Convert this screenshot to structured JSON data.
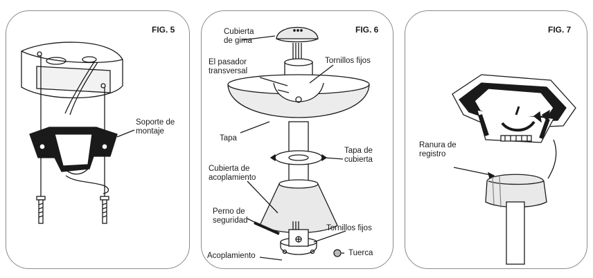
{
  "figures": {
    "fig5": {
      "title": "FIG. 5",
      "labels": {
        "soporte_line1": "Soporte de",
        "soporte_line2": "montaje"
      }
    },
    "fig6": {
      "title": "FIG. 6",
      "labels": {
        "cubierta_gima_line1": "Cubierta",
        "cubierta_gima_line2": "de gima",
        "pasador_line1": "El pasador",
        "pasador_line2": "transversal",
        "tornillos_fijos_top": "Tornillos fijos",
        "tapa": "Tapa",
        "tapa_cubierta_line1": "Tapa de",
        "tapa_cubierta_line2": "cubierta",
        "cubierta_acopl_line1": "Cubierta de",
        "cubierta_acopl_line2": "acoplamiento",
        "perno_line1": "Perno de",
        "perno_line2": "seguridad",
        "tornillos_fijos_bottom": "Tornillos fijos",
        "tuerca": "Tuerca",
        "acoplamiento": "Acoplamiento"
      }
    },
    "fig7": {
      "title": "FIG. 7",
      "labels": {
        "ranura_line1": "Ranura de",
        "ranura_line2": "registro"
      }
    }
  }
}
